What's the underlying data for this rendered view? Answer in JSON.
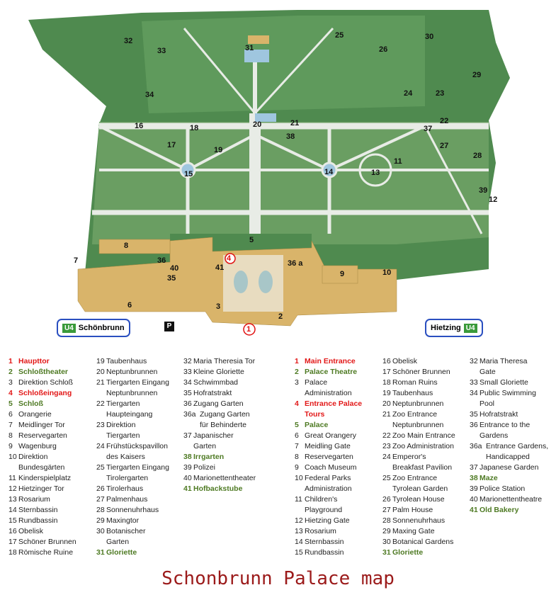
{
  "title": "Schonbrunn Palace map",
  "colors": {
    "park": "#4f8a4f",
    "parterre": "#6a9e62",
    "paths": "#e8ece6",
    "palace": "#d9b46a",
    "title": "#9b1a1a",
    "highlight_red": "#e21818",
    "highlight_green": "#4e7a23"
  },
  "map": {
    "markers": [
      "32",
      "33",
      "31",
      "25",
      "30",
      "26",
      "29",
      "24",
      "23",
      "34",
      "16",
      "18",
      "20",
      "21",
      "38",
      "22",
      "37",
      "27",
      "28",
      "17",
      "19",
      "15",
      "14",
      "13",
      "11",
      "39",
      "12",
      "8",
      "5",
      "36",
      "4",
      "7",
      "36 a",
      "40",
      "41",
      "35",
      "9",
      "10",
      "6",
      "3",
      "2",
      "1"
    ],
    "stations": {
      "left_line": "U4",
      "left_name": "Schönbrunn",
      "right_name": "Hietzing",
      "right_line": "U4"
    },
    "parking": "P"
  },
  "legend_de": [
    {
      "n": "1",
      "t": "Haupttor",
      "style": "red"
    },
    {
      "n": "2",
      "t": "Schloßtheater",
      "style": "green"
    },
    {
      "n": "3",
      "t": "Direktion Schloß"
    },
    {
      "n": "4",
      "t": "Schloßeingang",
      "style": "red"
    },
    {
      "n": "5",
      "t": "Schloß",
      "style": "green"
    },
    {
      "n": "6",
      "t": "Orangerie"
    },
    {
      "n": "7",
      "t": "Meidlinger Tor"
    },
    {
      "n": "8",
      "t": "Reservegarten"
    },
    {
      "n": "9",
      "t": "Wagenburg"
    },
    {
      "n": "10",
      "t": "Direktion",
      "t2": "Bundesgärten"
    },
    {
      "n": "11",
      "t": "Kinderspielplatz"
    },
    {
      "n": "12",
      "t": "Hietzinger Tor"
    },
    {
      "n": "13",
      "t": "Rosarium"
    },
    {
      "n": "14",
      "t": "Sternbassin"
    },
    {
      "n": "15",
      "t": "Rundbassin"
    },
    {
      "n": "16",
      "t": "Obelisk"
    },
    {
      "n": "17",
      "t": "Schöner Brunnen"
    },
    {
      "n": "18",
      "t": "Römische Ruine"
    },
    {
      "n": "19",
      "t": "Taubenhaus"
    },
    {
      "n": "20",
      "t": "Neptunbrunnen"
    },
    {
      "n": "21",
      "t": "Tiergarten Eingang",
      "t2": "Neptunbrunnen"
    },
    {
      "n": "22",
      "t": "Tiergarten",
      "t2": "Haupteingang"
    },
    {
      "n": "23",
      "t": "Direktion",
      "t2": "Tiergarten"
    },
    {
      "n": "24",
      "t": "Frühstückspavillon",
      "t2": "des Kaisers"
    },
    {
      "n": "25",
      "t": "Tiergarten Eingang",
      "t2": "Tirolergarten"
    },
    {
      "n": "26",
      "t": "Tirolerhaus"
    },
    {
      "n": "27",
      "t": "Palmenhaus"
    },
    {
      "n": "28",
      "t": "Sonnenuhrhaus"
    },
    {
      "n": "29",
      "t": "Maxingtor"
    },
    {
      "n": "30",
      "t": "Botanischer",
      "t2": "Garten"
    },
    {
      "n": "31",
      "t": "Gloriette",
      "style": "green"
    },
    {
      "n": "32",
      "t": "Maria Theresia Tor"
    },
    {
      "n": "33",
      "t": "Kleine Gloriette"
    },
    {
      "n": "34",
      "t": "Schwimmbad"
    },
    {
      "n": "35",
      "t": "Hofratstrakt"
    },
    {
      "n": "36",
      "t": "Zugang Garten"
    },
    {
      "n": "36a",
      "t": "Zugang Garten",
      "t2": "für Behinderte"
    },
    {
      "n": "37",
      "t": "Japanischer",
      "t2": "Garten"
    },
    {
      "n": "38",
      "t": "Irrgarten",
      "style": "green"
    },
    {
      "n": "39",
      "t": "Polizei"
    },
    {
      "n": "40",
      "t": "Marionettentheater"
    },
    {
      "n": "41",
      "t": "Hofbackstube",
      "style": "green"
    }
  ],
  "legend_en": [
    {
      "n": "1",
      "t": "Main Entrance",
      "style": "red"
    },
    {
      "n": "2",
      "t": "Palace Theatre",
      "style": "green"
    },
    {
      "n": "3",
      "t": "Palace",
      "t2": "Administration"
    },
    {
      "n": "4",
      "t": "Entrance Palace",
      "t2": "Tours",
      "style": "red"
    },
    {
      "n": "5",
      "t": "Palace",
      "style": "green"
    },
    {
      "n": "6",
      "t": "Great Orangery"
    },
    {
      "n": "7",
      "t": "Meidling Gate"
    },
    {
      "n": "8",
      "t": "Reservegarten"
    },
    {
      "n": "9",
      "t": "Coach Museum"
    },
    {
      "n": "10",
      "t": "Federal Parks",
      "t2": "Administration"
    },
    {
      "n": "11",
      "t": "Children's",
      "t2": "Playground"
    },
    {
      "n": "12",
      "t": "Hietzing Gate"
    },
    {
      "n": "13",
      "t": "Rosarium"
    },
    {
      "n": "14",
      "t": "Sternbassin"
    },
    {
      "n": "15",
      "t": "Rundbassin"
    },
    {
      "n": "16",
      "t": "Obelisk"
    },
    {
      "n": "17",
      "t": "Schöner Brunnen"
    },
    {
      "n": "18",
      "t": "Roman Ruins"
    },
    {
      "n": "19",
      "t": "Taubenhaus"
    },
    {
      "n": "20",
      "t": "Neptunbrunnen"
    },
    {
      "n": "21",
      "t": "Zoo Entrance",
      "t2": "Neptunbrunnen"
    },
    {
      "n": "22",
      "t": "Zoo Main Entrance"
    },
    {
      "n": "23",
      "t": "Zoo Administration"
    },
    {
      "n": "24",
      "t": "Emperor's",
      "t2": "Breakfast Pavilion"
    },
    {
      "n": "25",
      "t": "Zoo Entrance",
      "t2": "Tyrolean Garden"
    },
    {
      "n": "26",
      "t": "Tyrolean House"
    },
    {
      "n": "27",
      "t": "Palm House"
    },
    {
      "n": "28",
      "t": "Sonnenuhrhaus"
    },
    {
      "n": "29",
      "t": "Maxing Gate"
    },
    {
      "n": "30",
      "t": "Botanical Gardens"
    },
    {
      "n": "31",
      "t": "Gloriette",
      "style": "green"
    },
    {
      "n": "32",
      "t": "Maria Theresa",
      "t2": "Gate"
    },
    {
      "n": "33",
      "t": "Small Gloriette"
    },
    {
      "n": "34",
      "t": "Public Swimming",
      "t2": "Pool"
    },
    {
      "n": "35",
      "t": "Hofratstrakt"
    },
    {
      "n": "36",
      "t": "Entrance to the",
      "t2": "Gardens"
    },
    {
      "n": "36a",
      "t": "Entrance Gardens,",
      "t2": "Handicapped"
    },
    {
      "n": "37",
      "t": "Japanese Garden"
    },
    {
      "n": "38",
      "t": "Maze",
      "style": "green"
    },
    {
      "n": "39",
      "t": "Police Station"
    },
    {
      "n": "40",
      "t": "Marionettentheatre"
    },
    {
      "n": "41",
      "t": "Old Bakery",
      "style": "green"
    }
  ]
}
